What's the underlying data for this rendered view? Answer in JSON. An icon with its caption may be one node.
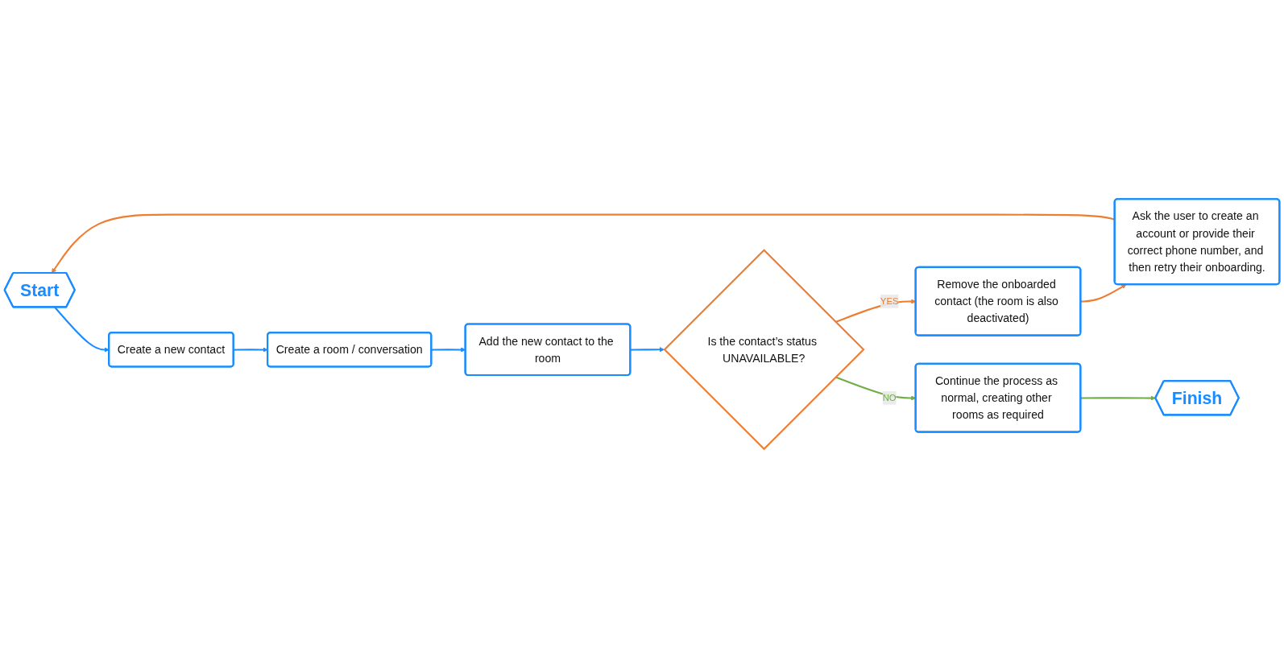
{
  "diagram": {
    "nodes": [
      {
        "text": [
          "Start"
        ]
      },
      {
        "text": [
          "Create a new contact"
        ]
      },
      {
        "text": [
          "Create a room / conversation"
        ]
      },
      {
        "text": [
          "Add the new contact to the room"
        ]
      },
      {
        "text": [
          "Is the contact’s status UNAVAILABLE?"
        ]
      },
      {
        "text": [
          "Remove the onboarded contact (the room is also deactivated)"
        ]
      },
      {
        "text": [
          "Ask the user to create an account or provide their correct phone number, and then retry their onboarding."
        ]
      },
      {
        "text": [
          "Continue the process as normal, creating other rooms as required"
        ]
      },
      {
        "text": [
          "Finish"
        ]
      }
    ],
    "edges": [
      {
        "from": 0,
        "to": 1,
        "arrow": "to"
      },
      {
        "from": 1,
        "to": 2,
        "arrow": "to"
      },
      {
        "from": 2,
        "to": 3,
        "arrow": "to"
      },
      {
        "from": 3,
        "to": 4,
        "arrow": "to"
      },
      {
        "from": 4,
        "to": 5,
        "arrow": "to",
        "label": "YES",
        "color": "#ed7d31"
      },
      {
        "from": 5,
        "to": 6,
        "arrow": "to",
        "color": "#ed7d31"
      },
      {
        "from": 6,
        "to": 0,
        "arrow": "to",
        "color": "#ed7d31"
      },
      {
        "from": 4,
        "to": 7,
        "arrow": "to",
        "label": "NO",
        "color": "#70ad47"
      },
      {
        "from": 7,
        "to": 8,
        "arrow": "to",
        "color": "#70ad47"
      }
    ]
  }
}
